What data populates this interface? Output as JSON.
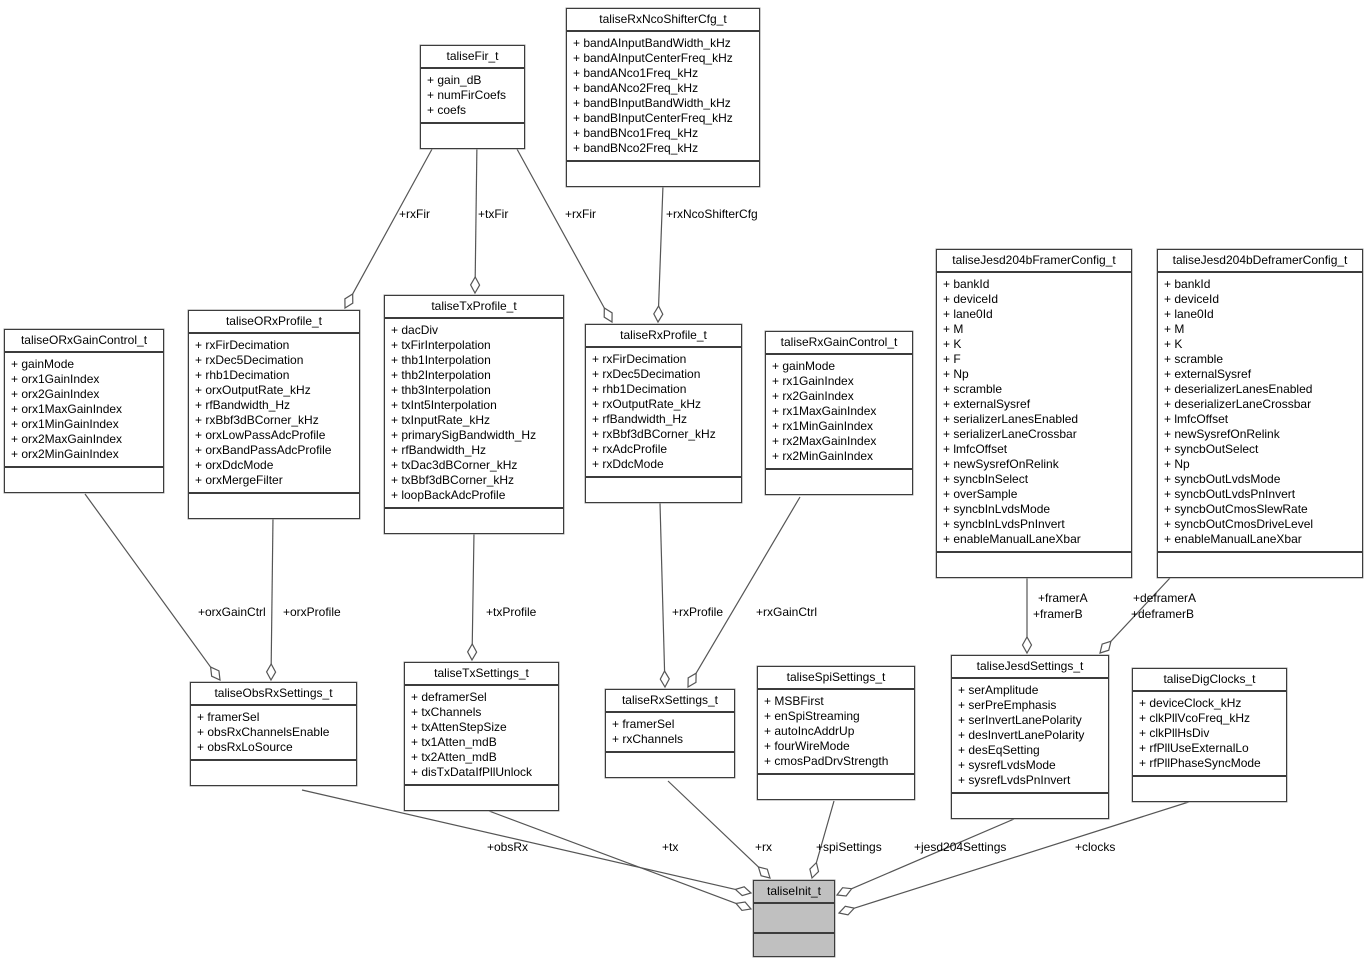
{
  "diagram": {
    "title": "taliseInit_t collaboration diagram",
    "colors": {
      "background": "#ffffff",
      "box_fill": "#ffffff",
      "box_border": "#3c3c3c",
      "line": "#555555",
      "diamond_fill": "#ffffff",
      "init_fill": "#c0c0c0",
      "text": "#000000"
    },
    "classes": [
      {
        "id": "taliseFir_t",
        "name": "taliseFir_t",
        "attributes": [
          "+ gain_dB",
          "+ numFirCoefs",
          "+ coefs"
        ]
      },
      {
        "id": "taliseRxNcoShifterCfg_t",
        "name": "taliseRxNcoShifterCfg_t",
        "attributes": [
          "+ bandAInputBandWidth_kHz",
          "+ bandAInputCenterFreq_kHz",
          "+ bandANco1Freq_kHz",
          "+ bandANco2Freq_kHz",
          "+ bandBInputBandWidth_kHz",
          "+ bandBInputCenterFreq_kHz",
          "+ bandBNco1Freq_kHz",
          "+ bandBNco2Freq_kHz"
        ]
      },
      {
        "id": "taliseORxGainControl_t",
        "name": "taliseORxGainControl_t",
        "attributes": [
          "+ gainMode",
          "+ orx1GainIndex",
          "+ orx2GainIndex",
          "+ orx1MaxGainIndex",
          "+ orx1MinGainIndex",
          "+ orx2MaxGainIndex",
          "+ orx2MinGainIndex"
        ]
      },
      {
        "id": "taliseORxProfile_t",
        "name": "taliseORxProfile_t",
        "attributes": [
          "+ rxFirDecimation",
          "+ rxDec5Decimation",
          "+ rhb1Decimation",
          "+ orxOutputRate_kHz",
          "+ rfBandwidth_Hz",
          "+ rxBbf3dBCorner_kHz",
          "+ orxLowPassAdcProfile",
          "+ orxBandPassAdcProfile",
          "+ orxDdcMode",
          "+ orxMergeFilter"
        ]
      },
      {
        "id": "taliseTxProfile_t",
        "name": "taliseTxProfile_t",
        "attributes": [
          "+ dacDiv",
          "+ txFirInterpolation",
          "+ thb1Interpolation",
          "+ thb2Interpolation",
          "+ thb3Interpolation",
          "+ txInt5Interpolation",
          "+ txInputRate_kHz",
          "+ primarySigBandwidth_Hz",
          "+ rfBandwidth_Hz",
          "+ txDac3dBCorner_kHz",
          "+ txBbf3dBCorner_kHz",
          "+ loopBackAdcProfile"
        ]
      },
      {
        "id": "taliseRxProfile_t",
        "name": "taliseRxProfile_t",
        "attributes": [
          "+ rxFirDecimation",
          "+ rxDec5Decimation",
          "+ rhb1Decimation",
          "+ rxOutputRate_kHz",
          "+ rfBandwidth_Hz",
          "+ rxBbf3dBCorner_kHz",
          "+ rxAdcProfile",
          "+ rxDdcMode"
        ]
      },
      {
        "id": "taliseRxGainControl_t",
        "name": "taliseRxGainControl_t",
        "attributes": [
          "+ gainMode",
          "+ rx1GainIndex",
          "+ rx2GainIndex",
          "+ rx1MaxGainIndex",
          "+ rx1MinGainIndex",
          "+ rx2MaxGainIndex",
          "+ rx2MinGainIndex"
        ]
      },
      {
        "id": "taliseJesd204bFramerConfig_t",
        "name": "taliseJesd204bFramerConfig_t",
        "attributes": [
          "+ bankId",
          "+ deviceId",
          "+ lane0Id",
          "+ M",
          "+ K",
          "+ F",
          "+ Np",
          "+ scramble",
          "+ externalSysref",
          "+ serializerLanesEnabled",
          "+ serializerLaneCrossbar",
          "+ lmfcOffset",
          "+ newSysrefOnRelink",
          "+ syncbInSelect",
          "+ overSample",
          "+ syncbInLvdsMode",
          "+ syncbInLvdsPnInvert",
          "+ enableManualLaneXbar"
        ]
      },
      {
        "id": "taliseJesd204bDeframerConfig_t",
        "name": "taliseJesd204bDeframerConfig_t",
        "attributes": [
          "+ bankId",
          "+ deviceId",
          "+ lane0Id",
          "+ M",
          "+ K",
          "+ scramble",
          "+ externalSysref",
          "+ deserializerLanesEnabled",
          "+ deserializerLaneCrossbar",
          "+ lmfcOffset",
          "+ newSysrefOnRelink",
          "+ syncbOutSelect",
          "+ Np",
          "+ syncbOutLvdsMode",
          "+ syncbOutLvdsPnInvert",
          "+ syncbOutCmosSlewRate",
          "+ syncbOutCmosDriveLevel",
          "+ enableManualLaneXbar"
        ]
      },
      {
        "id": "taliseObsRxSettings_t",
        "name": "taliseObsRxSettings_t",
        "attributes": [
          "+ framerSel",
          "+ obsRxChannelsEnable",
          "+ obsRxLoSource"
        ]
      },
      {
        "id": "taliseTxSettings_t",
        "name": "taliseTxSettings_t",
        "attributes": [
          "+ deframerSel",
          "+ txChannels",
          "+ txAttenStepSize",
          "+ tx1Atten_mdB",
          "+ tx2Atten_mdB",
          "+ disTxDataIfPllUnlock"
        ]
      },
      {
        "id": "taliseRxSettings_t",
        "name": "taliseRxSettings_t",
        "attributes": [
          "+ framerSel",
          "+ rxChannels"
        ]
      },
      {
        "id": "taliseSpiSettings_t",
        "name": "taliseSpiSettings_t",
        "attributes": [
          "+ MSBFirst",
          "+ enSpiStreaming",
          "+ autoIncAddrUp",
          "+ fourWireMode",
          "+ cmosPadDrvStrength"
        ]
      },
      {
        "id": "taliseJesdSettings_t",
        "name": "taliseJesdSettings_t",
        "attributes": [
          "+ serAmplitude",
          "+ serPreEmphasis",
          "+ serInvertLanePolarity",
          "+ desInvertLanePolarity",
          "+ desEqSetting",
          "+ sysrefLvdsMode",
          "+ sysrefLvdsPnInvert"
        ]
      },
      {
        "id": "taliseDigClocks_t",
        "name": "taliseDigClocks_t",
        "attributes": [
          "+ deviceClock_kHz",
          "+ clkPllVcoFreq_kHz",
          "+ clkPllHsDiv",
          "+ rfPllUseExternalLo",
          "+ rfPllPhaseSyncMode"
        ]
      },
      {
        "id": "taliseInit_t",
        "name": "taliseInit_t",
        "attributes": []
      }
    ],
    "edge_labels": [
      {
        "id": "rxFir_orx",
        "text": "+rxFir"
      },
      {
        "id": "txFir",
        "text": "+txFir"
      },
      {
        "id": "rxFir_rx",
        "text": "+rxFir"
      },
      {
        "id": "rxNcoShifterCfg",
        "text": "+rxNcoShifterCfg"
      },
      {
        "id": "orxGainCtrl",
        "text": "+orxGainCtrl"
      },
      {
        "id": "orxProfile",
        "text": "+orxProfile"
      },
      {
        "id": "txProfile",
        "text": "+txProfile"
      },
      {
        "id": "rxProfile",
        "text": "+rxProfile"
      },
      {
        "id": "rxGainCtrl",
        "text": "+rxGainCtrl"
      },
      {
        "id": "framerA",
        "text": "+framerA"
      },
      {
        "id": "framerB",
        "text": "+framerB"
      },
      {
        "id": "deframerA",
        "text": "+deframerA"
      },
      {
        "id": "deframerB",
        "text": "+deframerB"
      },
      {
        "id": "obsRx",
        "text": "+obsRx"
      },
      {
        "id": "tx",
        "text": "+tx"
      },
      {
        "id": "rx",
        "text": "+rx"
      },
      {
        "id": "spiSettings",
        "text": "+spiSettings"
      },
      {
        "id": "jesd204Settings",
        "text": "+jesd204Settings"
      },
      {
        "id": "clocks",
        "text": "+clocks"
      }
    ]
  }
}
